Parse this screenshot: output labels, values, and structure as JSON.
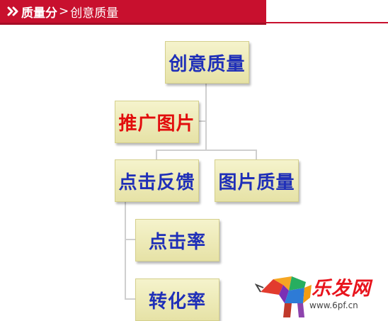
{
  "header": {
    "section": "质量分",
    "separator": ">",
    "current": "创意质量",
    "bg_color": "#c8102e"
  },
  "diagram": {
    "root": "创意质量",
    "highlight": "推广图片",
    "children": [
      "点击反馈",
      "图片质量"
    ],
    "subchildren": [
      "点击率",
      "转化率"
    ],
    "node_color": "#1f2fb8",
    "highlight_color": "#e20d0d",
    "node_fill": "#f0edbf"
  },
  "watermark": {
    "brand": "乐发网",
    "url": "www.6pf.cn"
  }
}
